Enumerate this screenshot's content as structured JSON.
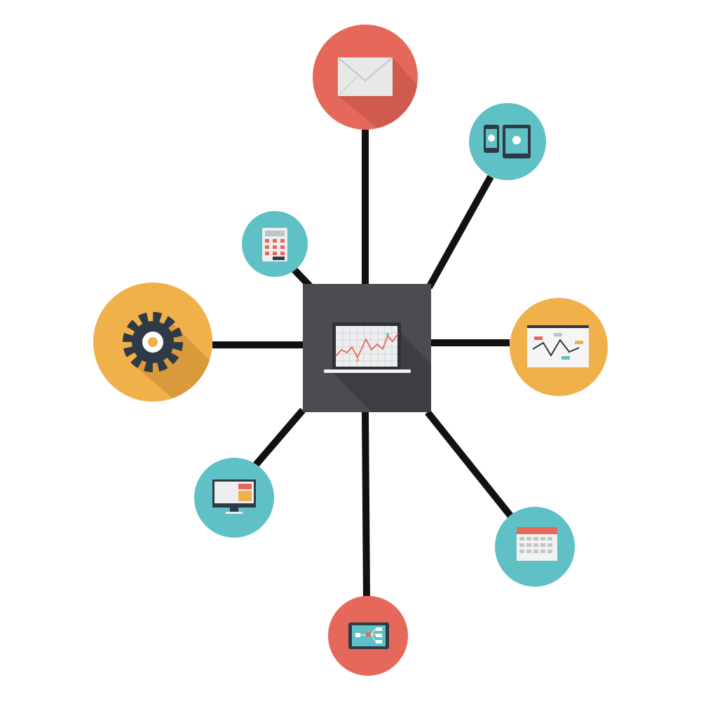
{
  "colors": {
    "red": "#e5685a",
    "teal": "#5fc0c5",
    "orange": "#f0b04a",
    "hub": "#4a4c4f",
    "line": "#111111",
    "dark": "#2e3a45"
  },
  "hub": {
    "icon": "laptop-chart-icon"
  },
  "nodes": [
    {
      "id": "mail",
      "icon": "envelope-icon",
      "color": "red"
    },
    {
      "id": "devices",
      "icon": "phone-tablet-icon",
      "color": "teal"
    },
    {
      "id": "calculator",
      "icon": "calculator-icon",
      "color": "teal"
    },
    {
      "id": "settings",
      "icon": "gear-icon",
      "color": "orange"
    },
    {
      "id": "presentation",
      "icon": "presentation-board-icon",
      "color": "orange"
    },
    {
      "id": "desktop",
      "icon": "monitor-icon",
      "color": "teal"
    },
    {
      "id": "calendar",
      "icon": "calendar-icon",
      "color": "teal"
    },
    {
      "id": "flowchart",
      "icon": "tablet-flowchart-icon",
      "color": "red"
    }
  ]
}
